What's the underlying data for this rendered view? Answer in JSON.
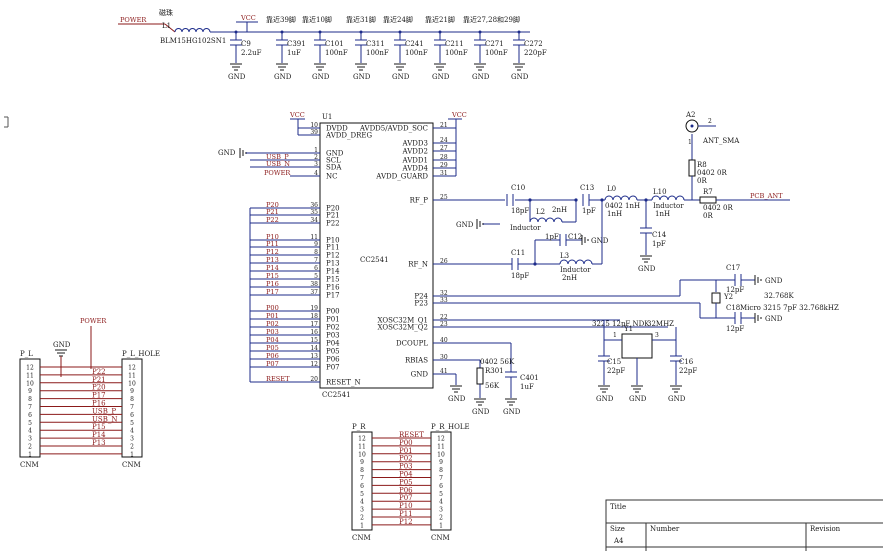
{
  "power": {
    "power": "POWER",
    "vcc": "VCC",
    "gnd": "GND",
    "power_pin": "POWER"
  },
  "bead": {
    "ref": "L1",
    "label": "磁珠",
    "part": "BLM15HG102SN1"
  },
  "decoupling_notes": [
    "靠近39脚",
    "靠近10脚",
    "靠近31脚",
    "靠近24脚",
    "靠近21脚",
    "靠近27,28和29脚"
  ],
  "decoupling_caps": [
    {
      "ref": "C9",
      "value": "2.2uF"
    },
    {
      "ref": "C391",
      "value": "1uF"
    },
    {
      "ref": "C101",
      "value": "100nF"
    },
    {
      "ref": "C311",
      "value": "100nF"
    },
    {
      "ref": "C241",
      "value": "100nF"
    },
    {
      "ref": "C211",
      "value": "100nF"
    },
    {
      "ref": "C271",
      "value": "100nF"
    },
    {
      "ref": "C272",
      "value": "220pF"
    }
  ],
  "ic": {
    "ref": "U1",
    "part": "CC2541",
    "footer": "CC2541",
    "left_pins": [
      {
        "name": "DVDD",
        "num": "10"
      },
      {
        "name": "AVDD_DREG",
        "num": "39"
      },
      {
        "name": "GND",
        "num": "1"
      },
      {
        "name": "SCL",
        "num": "2"
      },
      {
        "name": "SDA",
        "num": "3"
      },
      {
        "name": "NC",
        "num": "4"
      },
      {
        "name": "P20",
        "num": "36"
      },
      {
        "name": "P21",
        "num": "35"
      },
      {
        "name": "P22",
        "num": "34"
      },
      {
        "name": "P10",
        "num": "11"
      },
      {
        "name": "P11",
        "num": "9"
      },
      {
        "name": "P12",
        "num": "8"
      },
      {
        "name": "P13",
        "num": "7"
      },
      {
        "name": "P14",
        "num": "6"
      },
      {
        "name": "P15",
        "num": "5"
      },
      {
        "name": "P16",
        "num": "38"
      },
      {
        "name": "P17",
        "num": "37"
      },
      {
        "name": "P00",
        "num": "19"
      },
      {
        "name": "P01",
        "num": "18"
      },
      {
        "name": "P02",
        "num": "17"
      },
      {
        "name": "P03",
        "num": "16"
      },
      {
        "name": "P04",
        "num": "15"
      },
      {
        "name": "P05",
        "num": "14"
      },
      {
        "name": "P06",
        "num": "13"
      },
      {
        "name": "P07",
        "num": "12"
      },
      {
        "name": "RESET_N",
        "num": "20"
      }
    ],
    "right_pins": [
      {
        "name": "AVDD5/AVDD_SOC",
        "num": "21"
      },
      {
        "name": "AVDD3",
        "num": "24"
      },
      {
        "name": "AVDD2",
        "num": "27"
      },
      {
        "name": "AVDD1",
        "num": "28"
      },
      {
        "name": "AVDD4",
        "num": "29"
      },
      {
        "name": "AVDD_GUARD",
        "num": "31"
      },
      {
        "name": "RF_P",
        "num": "25"
      },
      {
        "name": "RF_N",
        "num": "26"
      },
      {
        "name": "P24",
        "num": "32"
      },
      {
        "name": "P23",
        "num": "33"
      },
      {
        "name": "XOSC32M_Q1",
        "num": "22"
      },
      {
        "name": "XOSC32M_Q2",
        "num": "23"
      },
      {
        "name": "DCOUPL",
        "num": "40"
      },
      {
        "name": "RBIAS",
        "num": "30"
      },
      {
        "name": "GND",
        "num": "41"
      }
    ]
  },
  "left_nets": {
    "usb_p": "USB_P",
    "usb_n": "USB_N",
    "p2": [
      "P20",
      "P21",
      "P22"
    ],
    "p1": [
      "P10",
      "P11",
      "P12",
      "P13",
      "P14",
      "P15",
      "P16",
      "P17"
    ],
    "p0": [
      "P00",
      "P01",
      "P02",
      "P03",
      "P04",
      "P05",
      "P06",
      "P07"
    ],
    "reset": "RESET"
  },
  "rf": {
    "c10": {
      "ref": "C10",
      "value": "18pF"
    },
    "c13": {
      "ref": "C13",
      "value": "1pF"
    },
    "l0": {
      "ref": "L0",
      "value": "0402 1nH",
      "value2": "1nH"
    },
    "l10": {
      "ref": "L10",
      "value": "Inductor",
      "value2": "1nH"
    },
    "c14": {
      "ref": "C14",
      "value": "1pF"
    },
    "l2": {
      "ref": "L2",
      "value": "2nH",
      "desc": "Inductor"
    },
    "l3": {
      "ref": "L3",
      "value": "Inductor",
      "value2": "2nH"
    },
    "c11": {
      "ref": "C11",
      "value": "18pF"
    },
    "c12": {
      "ref": "C12",
      "value": "1pF"
    },
    "r7": {
      "ref": "R7",
      "value": "0402 0R",
      "value2": "0R"
    },
    "r8": {
      "ref": "R8",
      "value": "0402 0R",
      "value2": "0R"
    },
    "pcb_ant": "PCB_ANT",
    "a2": {
      "ref": "A2",
      "pin2": "2",
      "pin1": "1",
      "name": "ANT_SMA"
    }
  },
  "xtal32k": {
    "c17": {
      "ref": "C17",
      "value": "12pF"
    },
    "c18": {
      "ref": "C18",
      "value": "12pF"
    },
    "y2": {
      "ref": "Y2",
      "freq": "32.768K",
      "desc": "Micro 3215 7pF 32.768kHZ"
    }
  },
  "xtal32m": {
    "desc": "3225 12pF NDK",
    "freq": "32MHZ",
    "y1": {
      "ref": "Y1",
      "pin1": "1",
      "pin3": "3"
    },
    "c15": {
      "ref": "C15",
      "value": "22pF"
    },
    "c16": {
      "ref": "C16",
      "value": "22pF"
    }
  },
  "bias": {
    "r301": {
      "ref": "R301",
      "value": "0402 56K",
      "value2": "56K"
    },
    "c401": {
      "ref": "C401",
      "value": "1uF"
    }
  },
  "conn_pl": {
    "ref": "P_L",
    "hole": "P_L_HOLE",
    "type": "CNM",
    "pins": [
      "12",
      "11",
      "10",
      "9",
      "8",
      "7",
      "6",
      "5",
      "4",
      "3",
      "2",
      "1"
    ],
    "nets": [
      "",
      "P22",
      "P21",
      "P20",
      "P17",
      "P16",
      "USB_P",
      "USB_N",
      "P15",
      "P14",
      "P13",
      ""
    ]
  },
  "conn_pr": {
    "ref": "P_R",
    "hole": "P_R_HOLE",
    "type": "CNM",
    "pins": [
      "12",
      "11",
      "10",
      "9",
      "8",
      "7",
      "6",
      "5",
      "4",
      "3",
      "2",
      "1"
    ],
    "nets": [
      "RESET",
      "P00",
      "P01",
      "P02",
      "P03",
      "P04",
      "P05",
      "P06",
      "P07",
      "P10",
      "P11",
      "P12"
    ]
  },
  "title_block": {
    "title": "Title",
    "size": "Size",
    "size_value": "A4",
    "number": "Number",
    "revision": "Revision"
  }
}
